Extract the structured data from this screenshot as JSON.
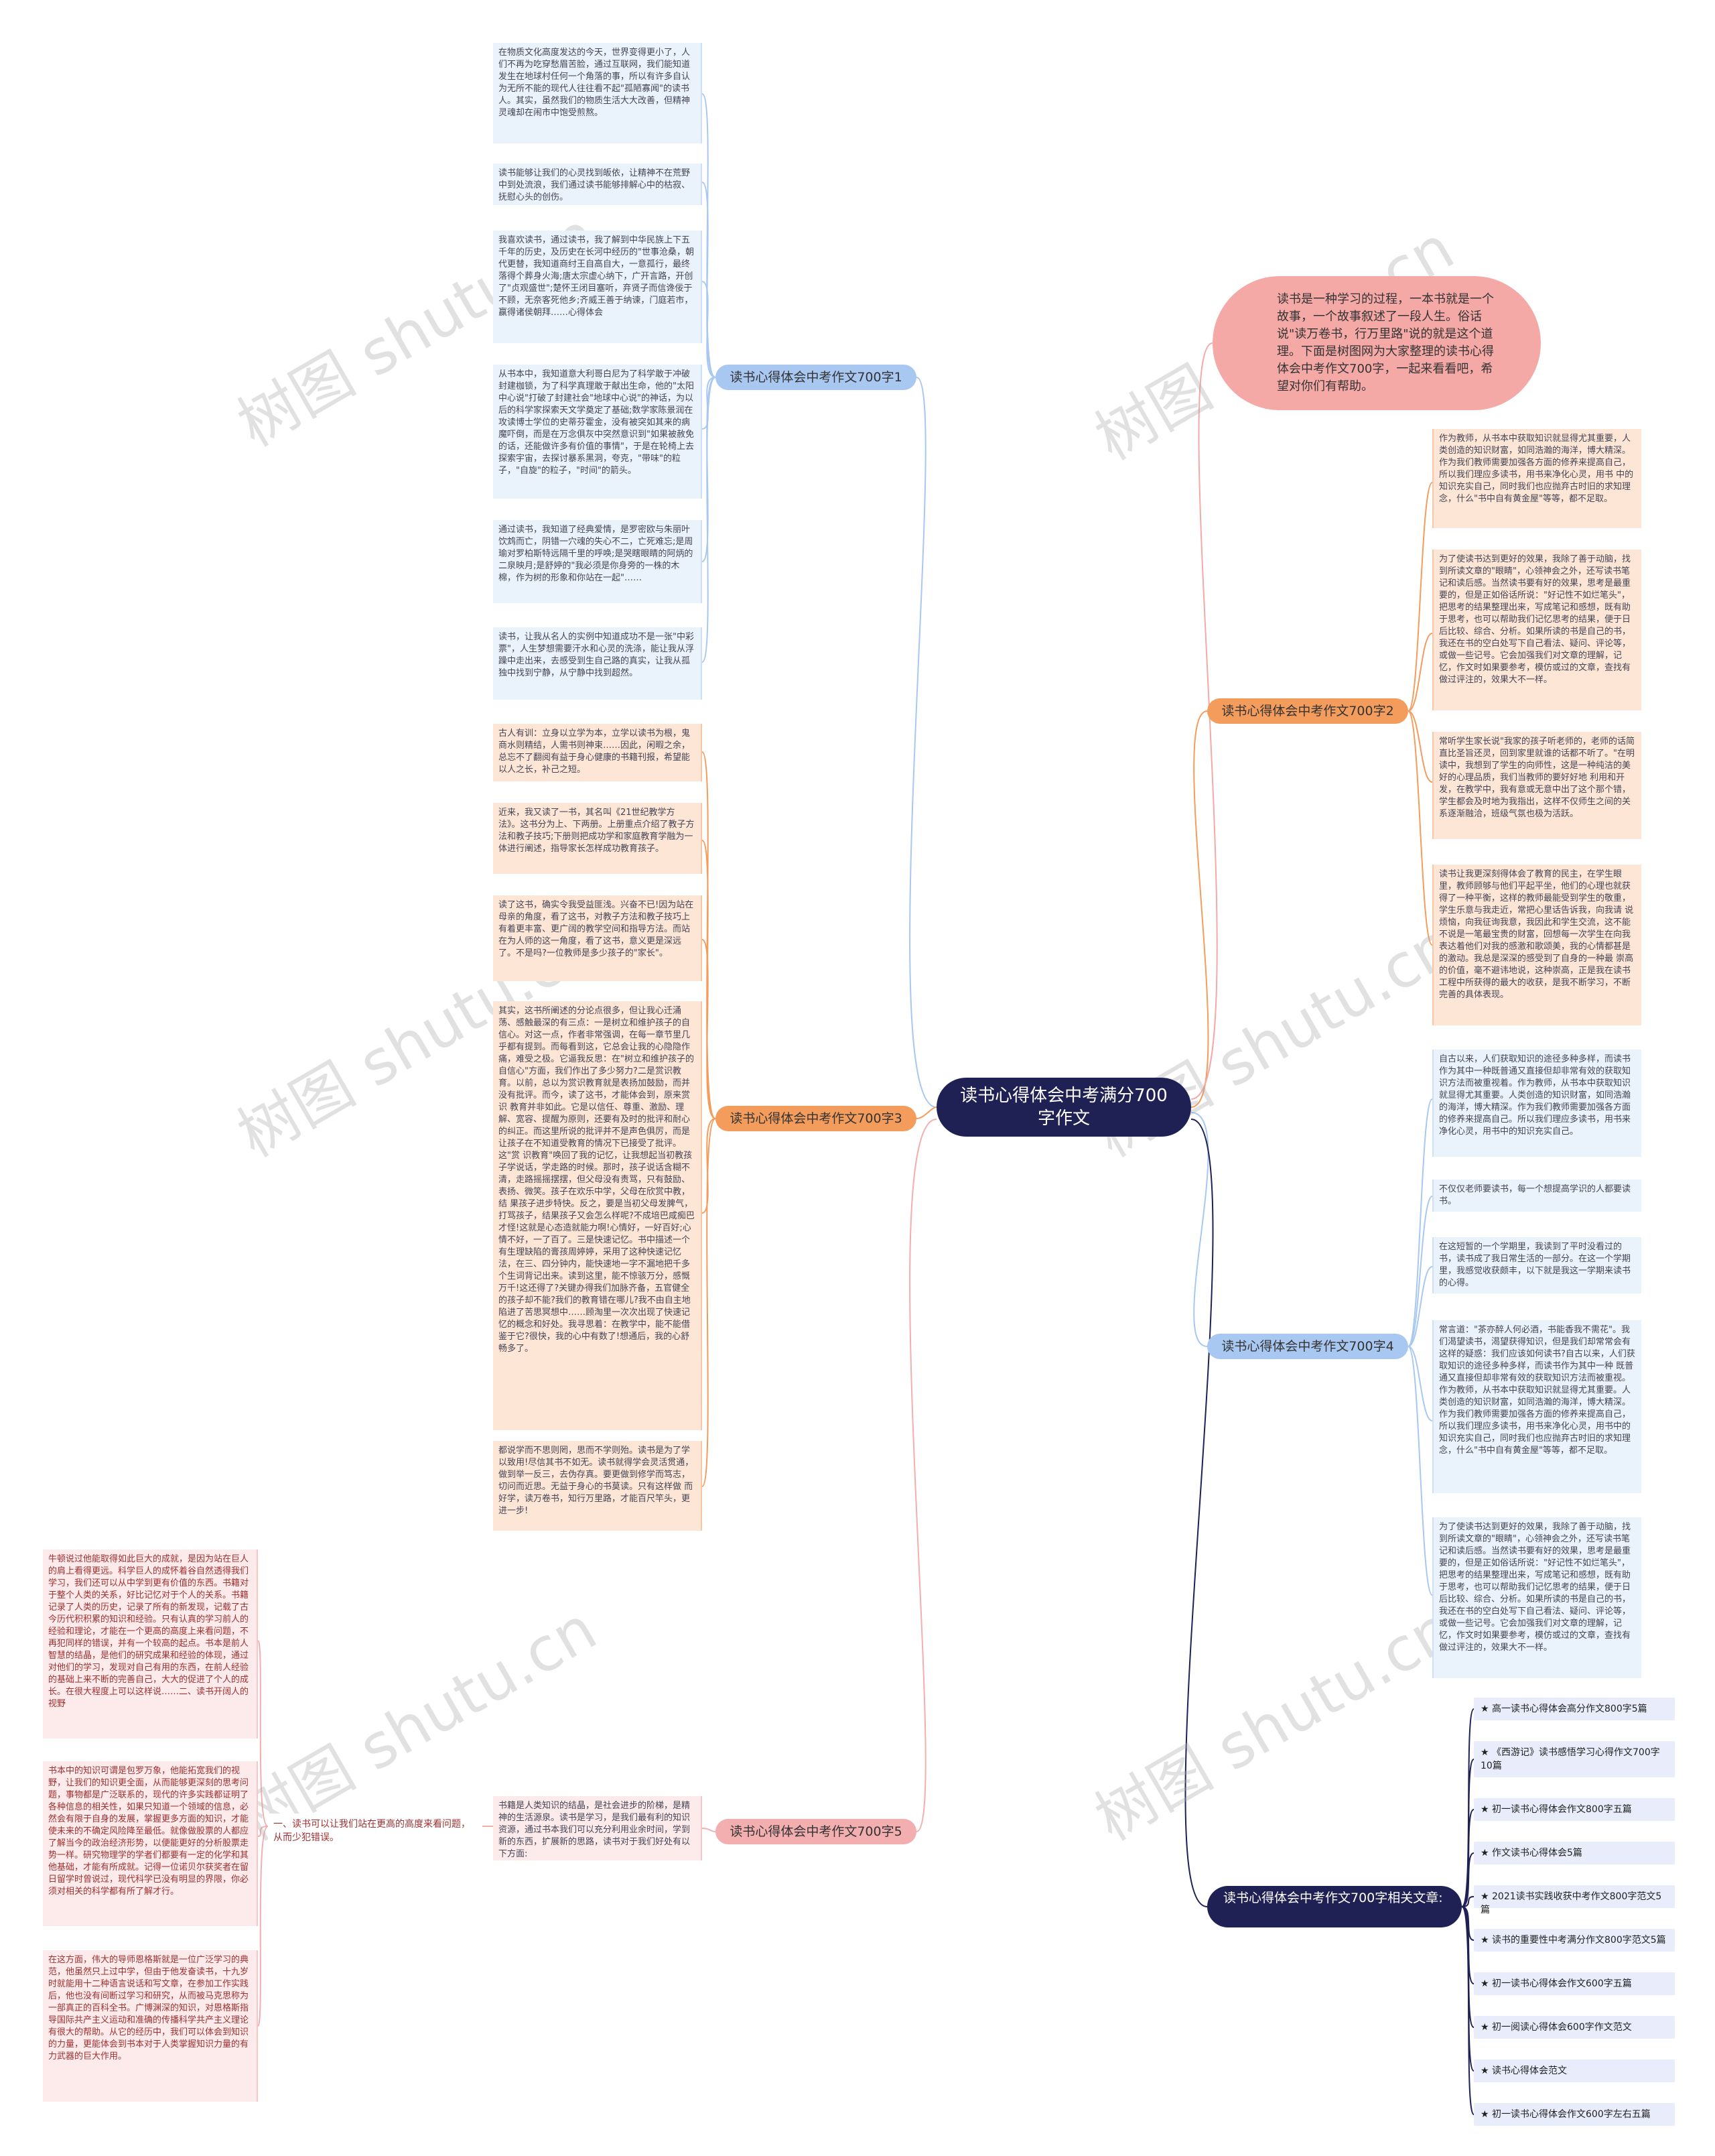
{
  "center": "读书心得体会中考满分700字作文",
  "intro": "读书是一种学习的过程，一本书就是一个故事，一个故事叙述了一段人生。俗话说\"读万卷书，行万里路\"说的就是这个道理。下面是树图网为大家整理的读书心得体会中考作文700字，一起来看看吧，希望对你们有帮助。",
  "watermark": "树图 shutu.cn",
  "branches": {
    "b1": "读书心得体会中考作文700字1",
    "b2": "读书心得体会中考作文700字2",
    "b3": "读书心得体会中考作文700字3",
    "b4": "读书心得体会中考作文700字4",
    "b5": "读书心得体会中考作文700字5",
    "b6": "读书心得体会中考作文700字相关文章:"
  },
  "b1_leaves": [
    "在物质文化高度发达的今天，世界变得更小了，人们不再为吃穿愁眉苦脸，通过互联网，我们能知道发生在地球村任何一个角落的事，所以有许多自认为无所不能的现代人往往看不起\"孤陋寡闻\"的读书人。其实，虽然我们的物质生活大大改善，但精神灵魂却在闹市中饱受煎熬。",
    "读书能够让我们的心灵找到皈依，让精神不在荒野中到处流浪，我们通过读书能够排解心中的枯寂、抚慰心头的创伤。",
    "我喜欢读书，通过读书，我了解到中华民族上下五千年的历史，及历史在长河中经历的\"世事沧桑，朝代更替，我知道商纣王自高自大，一意孤行，最终落得个葬身火海;唐太宗虚心纳下，广开言路，开创了\"贞观盛世\";楚怀王闭目塞听，弃贤子而信谗佞于不顾，无奈客死他乡;齐威王善于纳谏，门庭若市，赢得诸侯朝拜……心得体会",
    "从书本中，我知道意大利哥白尼为了科学敢于冲破封建枷锁，为了科学真理敢于献出生命，他的\"太阳中心说\"打破了封建社会\"地球中心说\"的神话，为以后的科学家探索天文学奠定了基础;数学家陈景润在攻读博士学位的史蒂芬霍金，没有被突如其来的病魔吓倒，而是在万念俱灰中突然意识到\"如果被赦免的话，还能做许多有价值的事情\"，于是在轮椅上去探索宇宙，去探讨暴系黑洞，夸克，\"带味\"的粒子，\"自旋\"的粒子，\"时间\"的箭头。",
    "通过读书，我知道了经典爱情，是罗密欧与朱丽叶饮鸩而亡，阴错一穴魂的失心不二，亡死难忘;是周瑜对罗柏斯特远隔千里的呼唤;是哭瞎眼睛的阿炳的二泉映月;是舒婷的\"我必须是你身旁的一株的木棉，作为树的形象和你站在一起\"……",
    "读书，让我从名人的实例中知道成功不是一张\"中彩票\"，人生梦想需要汗水和心灵的洗涤，能让我从浮躁中走出来，去感受到生自己路的真实，让我从孤独中找到宁静，从宁静中找到超然。"
  ],
  "b3_leaves": [
    "古人有训：立身以立学为本，立学以读书为根，鬼商水则精结，人需书则神束……因此，闲暇之余，总忘不了翻阅有益于身心健康的书籍刊报，希望能以人之长，补己之短。",
    "近来，我又读了一书，其名叫《21世纪教学方法》。这书分为上、下两册。上册重点介绍了教子方法和教子技巧;下册则把成功学和家庭教育学融为一体进行阐述，指导家长怎样成功教育孩子。",
    "读了这书，确实令我受益匪浅。兴奋不已!因为站在母亲的角度，看了这书，对教子方法和教子技巧上有着更丰富、更广阔的教学空间和指导方法。而站在为人师的这一角度，看了这书，意义更是深远了。不是吗?一位教师是多少孩子的\"家长\"。",
    "其实，这书所阐述的分论点很多，但让我心迁涌荡、感触最深的有三点：一是树立和维护孩子的自信心。对这一点，作者非常强调，在每一章节里几乎都有提到。而每看到这，它总会让我的心隐隐作痛，难受之极。它逼我反思：在\"树立和维护孩子的自信心\"方面，我们作出了多少努力?二是赏识教育。以前，总以为赏识教育就是表扬加鼓励，而并没有批评。而今，读了这书，才能体会到，原来赏识 教育并非如此。它是以信任、尊重、激励、理解、宽容、提醒为原则，还要有及时的批评和耐心的纠正。而这里所说的批评并不是声色俱厉，而是让孩子在不知道受教育的情况下已接受了批评。这\"赏 识教育\"唤回了我的记忆，让我想起当初教孩子学说话，学走路的时候。那时，孩子说话含糊不清，走路摇摇摆摆，但父母没有责骂，只有鼓励、表扬、微笑。孩子在欢乐中学，父母在欣赏中教，结 果孩子进步特快。反之，要是当初父母发脾气，打骂孩子，结果孩子又会怎么样呢?不成培巴咸痴巴才怪!这就是心态造就能力啊!心情好，一好百好;心情不好，一了百了。三是快速记忆。书中描述一个有生理缺陷的膏孩周婷婷，采用了这种快速记忆法，在三、四分钟内，能快速地一字不漏地把千多个生词背记出来。读到这里，能不惊骇万分，感慨万千!这还得了?关键办得我们加脉齐备，五官健全 的孩子却不能?我们的教育错在哪儿?我不由自主地陷进了苦思冥想中……顾淘里一次次出现了快速记忆的概念和好处。我寻思着：在教学中，能不能借鉴于它?很快，我的心中有数了!想通后，我的心舒畅多了。",
    "都说学而不思则罔，思而不学则殆。读书是为了学以致用!尽信其书不如无。读书就得学会灵活贯通，做到举一反三，去伪存真。要更做到修学而笃志，切问而近思。无益于身心的书莫读。只有这样做 而好学，读万卷书，知行万里路，才能百尺竿头，更进一步!"
  ],
  "b5_mid": "一、读书可以让我们站在更高的高度来看问题，从而少犯错误。",
  "b5_side": "书籍是人类知识的结晶，是社会进步的阶梯，是精神的生活源泉。读书是学习，是我们最有利的知识资源，通过书本我们可以充分利用业余时间，学到新的东西，扩展新的思路，读书对于我们好处有以下方面:",
  "b5_leaves": [
    "牛顿说过他能取得如此巨大的成就，是因为站在巨人的肩上看得更远。科学巨人的成怀着谷自然透得我们学习，我们还可以从中学到更有价值的东西。书籍对于整个人类的关系，好比记忆对于个人的关系。书籍记录了人类的历史，记录了所有的新发现，记载了古今历代积积累的知识和经验。只有认真的学习前人的经验和理论，才能在一个更高的高度上来看问题，不再犯同样的错误，并有一个较高的起点。书本是前人智慧的结晶，是他们的研究成果和经验的体现，通过对他们的学习，发现对自己有用的东西，在前人经验的基础上来不断的完善自己，大大的促进了个人的成长。在很大程度上可以这样说……二、读书开阔人的视野",
    "书本中的知识可谓是包罗万象，他能拓宽我们的视野，让我们的知识更全面，从而能够更深刻的思考问题，事物都是广泛联系的，现代的许多实践都证明了各种信息的相关性，如果只知道一个领域的信息，必然会有限于自身的发展，掌握更多方面的知识，才能使未来的不确定风险降至最低。就像做股票的人都应了解当今的政治经济形势，以便能更好的分析股票走势一样。研究物理学的学者们都要有一定的化学和其他基础，才能有所成就。记得一位诺贝尔获奖者在留日留学时曾说过，现代科学已没有明显的界限，你必须对相关的科学都有所了解才行。",
    "在这方面，伟大的导师恩格斯就是一位广泛学习的典范，他虽然只上过中学，但由于他发奋读书，十九岁时就能用十二种语言说话和写文章，在参加工作实践后，他也没有间断过学习和研究，从而被马克思称为一部真正的百科全书。广博渊深的知识，对恩格斯指导国际共产主义运动和准确的传播科学共产主义理论有很大的帮助。从它的经历中，我们可以体会到知识的力量，更能体会到书本对于人类掌握知识力量的有力武器的巨大作用。"
  ],
  "b2_leaves": [
    "作为教师，从书本中获取知识就显得尤其重要，人类创造的知识财富，如同浩瀚的海洋，博大精深。作为我们教师需要加强各方面的修养来提高自己，所以我们理应多读书，用书来净化心灵，用书 中的知识充实自己，同时我们也应抛弃古时旧的求知理念，什么\"书中自有黄金屋\"等等，都不足取。",
    "为了使读书达到更好的效果，我除了善于动脑，找到所读文章的\"眼睛\"，心领神会之外，还写读书笔记和读后感。当然读书要有好的效果，思考是最重要的，但是正如俗话所说：\"好记性不如烂笔头\"，把思考的结果整理出来，写成笔记和感想，既有助于思考，也可以帮助我们记忆思考的结果，便于日后比较、综合、分析。如果所读的书是自己的书，我还在书的空白处写下自己看法、疑问、评论等，或做一些记号。它会加强我们对文章的理解，记忆，作文时如果要参考，模仿或过的文章，查找有做过评注的，效果大不一样。",
    "常听学生家长说\"我家的孩子听老师的，老师的话简直比圣旨还灵，回到家里就谁的话都不听了。\"在明读中，我想到了学生的向师性，这是一种纯洁的美好的心理品质，我们当教师的要好好地 利用和开发，在教学中，我有意或无意中出了这个那个错，学生都会及时地为我指出，这样不仅师生之间的关系逐渐融洽，班级气氛也极为活跃。",
    "读书让我更深刻得体会了教育的民主，在学生眼里，教师顾够与他们平起平坐，他们的心理也就获得了一种平衡，这样的教师最能受到学生的敬重，学生乐意与我走近，常把心里话告诉我，向我请 说烦恼，向我征询我意，我因此和学生交流，这不能不说是一笔最宝贵的财富，回想每一次学生在向我表达着他们对我的感激和歌颂美，我的心情都甚是的激动。我总是深深的感受到了自身的一种最 崇高的价值，毫不避讳地说，这种崇高，正是我在读书工程中所获得的最大的收获，是我不断学习，不断完善的具体表现。"
  ],
  "b4_leaves": [
    "自古以来，人们获取知识的途径多种多样，而读书作为其中一种既普通又直接但却非常有效的获取知识方法而被重视着。作为教师，从书本中获取知识就显得尤其重要。人类创造的知识财富，如同浩瀚的海洋，博大精深。作为我们教师需要加强各方面的修养来提高自己。所以我们理应多读书，用书来净化心灵，用书中的知识充实自己。",
    "不仅仅老师要读书，每一个想提高学识的人都要读书。",
    "在这短暂的一个学期里，我读到了平时没看过的书，读书成了我日常生活的一部分。在这一个学期里，我感觉收获颇丰，以下就是我这一学期来读书的心得。",
    "常言道：\"茶亦醉人何必酒，书能香我不需花\"。我们渴望读书，渴望获得知识，但是我们却常常会有这样的疑惑：我们应该如何读书?自古以来，人们获取知识的途径多种多样，而读书作为其中一种 既普通又直接但却非常有效的获取知识方法而被重视。作为教师，从书本中获取知识就显得尤其重要。人类创造的知识财富，如同浩瀚的海洋，博大精深。作为我们教师需要加强各方面的修养来提高自己，所以我们理应多读书，用书来净化心灵，用书中的知识充实自己，同时我们也应抛弃古时旧的求知理念，什么\"书中自有黄金屋\"等等，都不足取。",
    "为了使读书达到更好的效果，我除了善于动脑，找到所读文章的\"眼睛\"，心领神会之外，还写读书笔记和读后感。当然读书要有好的效果，思考是最重要的，但是正如俗话所说：\"好记性不如烂笔头\"，把思考的结果整理出来，写成笔记和感想，既有助于思考，也可以帮助我们记忆思考的结果，便于日后比较、综合、分析。如果所读的书是自己的书，我还在书的空白处写下自己看法、疑问、评论等，或做一些记号。它会加强我们对文章的理解，记忆，作文时如果要参考，模仿或过的文章，查找有做过评注的，效果大不一样。"
  ],
  "related": [
    "★ 高一读书心得体会高分作文800字5篇",
    "★ 《西游记》读书感悟学习心得作文700字10篇",
    "★ 初一读书心得体会作文800字五篇",
    "★ 作文读书心得体会5篇",
    "★ 2021读书实践收获中考作文800字范文5篇",
    "★ 读书的重要性中考满分作文800字范文5篇",
    "★ 初一读书心得体会作文600字五篇",
    "★ 初一阅读心得体会600字作文范文",
    "★ 读书心得体会范文",
    "★ 初一读书心得体会作文600字左右五篇"
  ]
}
